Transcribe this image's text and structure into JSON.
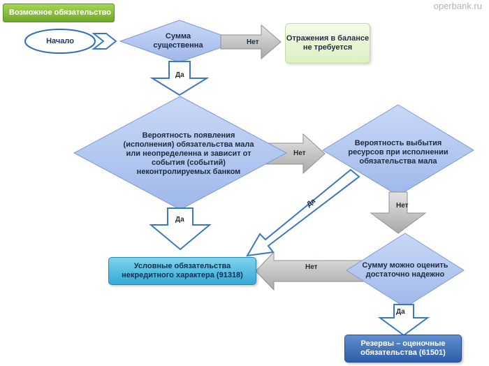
{
  "header": {
    "title": "Возможное обязательство",
    "watermark": "operbank.ru"
  },
  "flowchart": {
    "start": "Начало",
    "decision_material": "Сумма существенна",
    "no_reflection": "Отражения в балансе не требуется",
    "decision_probability": "Вероятность появления (исполнения) обязательства мала или неопределенна и зависит от события (событий) неконтролируемых банком",
    "decision_outflow": "Вероятность выбытия ресурсов при исполнении обязательства мала",
    "decision_estimate": "Сумму можно оценить достаточно надежно",
    "contingent_liabilities": "Условные обязательства некредитного характера (91318)",
    "reserves": "Резервы – оценочные обязательства (61501)"
  },
  "labels": {
    "no_1": "Нет",
    "yes_1": "Да",
    "no_2": "Нет",
    "yes_2": "Да",
    "yes_diag": "Да",
    "no_3": "Нет",
    "no_4": "Нет",
    "yes_3": "Да"
  },
  "colors": {
    "diamond_fill": "#aec4ee",
    "diamond_stroke": "#7d99d6",
    "title_green": "#7ab833",
    "start_stroke": "#2e6db5",
    "outline_arrow": "#3a78c0",
    "gray_arrow": "#b4b4b4",
    "cond_box": "#45b3df",
    "reserve_box": "#3b6fb8",
    "no_reflection_box": "#e6f4d2"
  }
}
